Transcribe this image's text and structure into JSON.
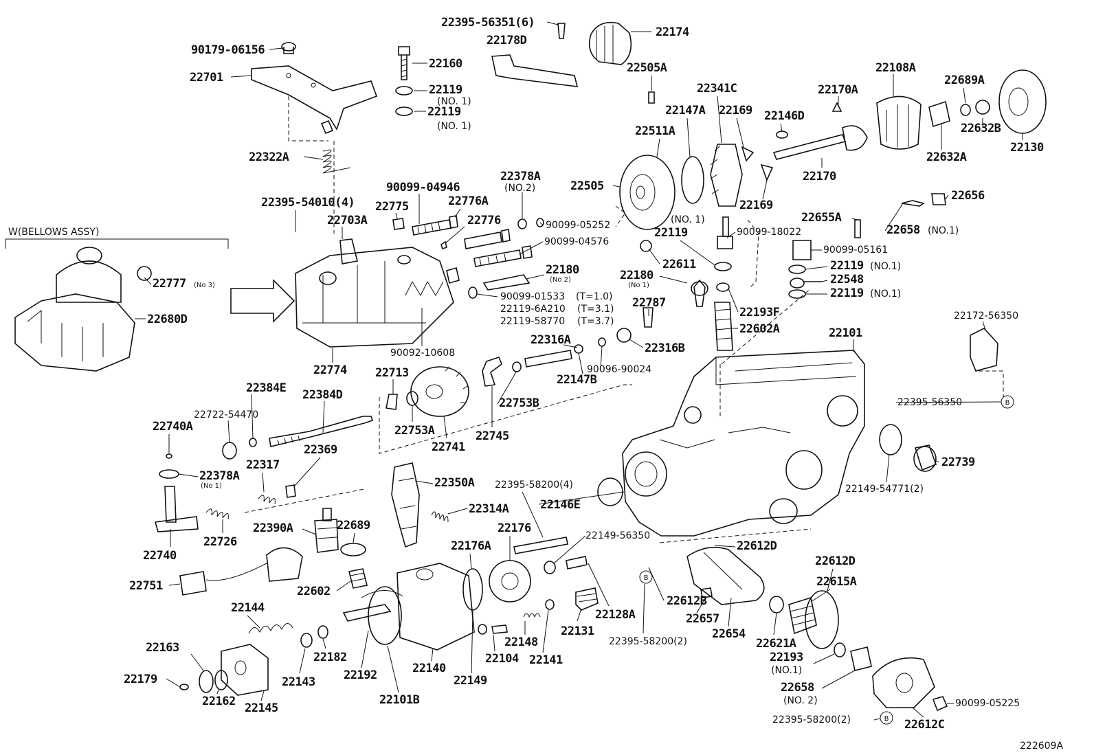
{
  "diagram": {
    "group_label": "W(BELLOWS ASSY)",
    "figure_code": "222609A",
    "circle_marker": "B",
    "labels": [
      "22395-56351(6)",
      "22178D",
      "22174",
      "90179-06156",
      "22160",
      "22701",
      "22119",
      "(NO. 1)",
      "22119",
      "(NO. 1)",
      "22505A",
      "22341C",
      "22108A",
      "22170A",
      "22689A",
      "22147A",
      "22169",
      "22146D",
      "22632B",
      "22511A",
      "22130",
      "22632A",
      "22322A",
      "22378A",
      "(NO.2)",
      "22170",
      "90099-04946",
      "22505",
      "22395-54010(4)",
      "22775",
      "22776A",
      "22169",
      "22656",
      "22703A",
      "22776",
      "90099-05252",
      "(NO. 1)",
      "22655A",
      "22119",
      "90099-18022",
      "22658",
      "(NO.1)",
      "90099-04576",
      "90099-05161",
      "22611",
      "22180",
      "(No 2)",
      "22119",
      "(NO.1)",
      "22777",
      "(No 3)",
      "22180",
      "(No 1)",
      "22548",
      "90099-01533",
      "(T=1.0)",
      "22119-6A210",
      "(T=3.1)",
      "22119",
      "(NO.1)",
      "22119-58770",
      "(T=3.7)",
      "22787",
      "22193F",
      "22680D",
      "22602A",
      "22316A",
      "22316B",
      "22774",
      "22172-56350",
      "22101",
      "90092-10608",
      "22147B",
      "90096-90024",
      "22713",
      "22384E",
      "22384D",
      "22753B",
      "22722-54470",
      "22395-56350",
      "22740A",
      "22753A",
      "22745",
      "22741",
      "22369",
      "22739",
      "22317",
      "22378A",
      "(No 1)",
      "22350A",
      "22395-58200(4)",
      "22149-54771(2)",
      "22146E",
      "22314A",
      "22390A",
      "22689",
      "22176",
      "22740",
      "22726",
      "22149-56350",
      "22176A",
      "22612D",
      "22612D",
      "22751",
      "22602",
      "22615A",
      "22128A",
      "22612B",
      "22144",
      "22657",
      "22131",
      "22654",
      "22621A",
      "22163",
      "22148",
      "22193",
      "(NO.1)",
      "22395-58200(2)",
      "22182",
      "22104",
      "22141",
      "22179",
      "22658",
      "(NO. 2)",
      "22143",
      "22192",
      "22140",
      "22149",
      "90099-05225",
      "22162",
      "22145",
      "22101B",
      "22395-58200(2)",
      "22612C"
    ]
  }
}
